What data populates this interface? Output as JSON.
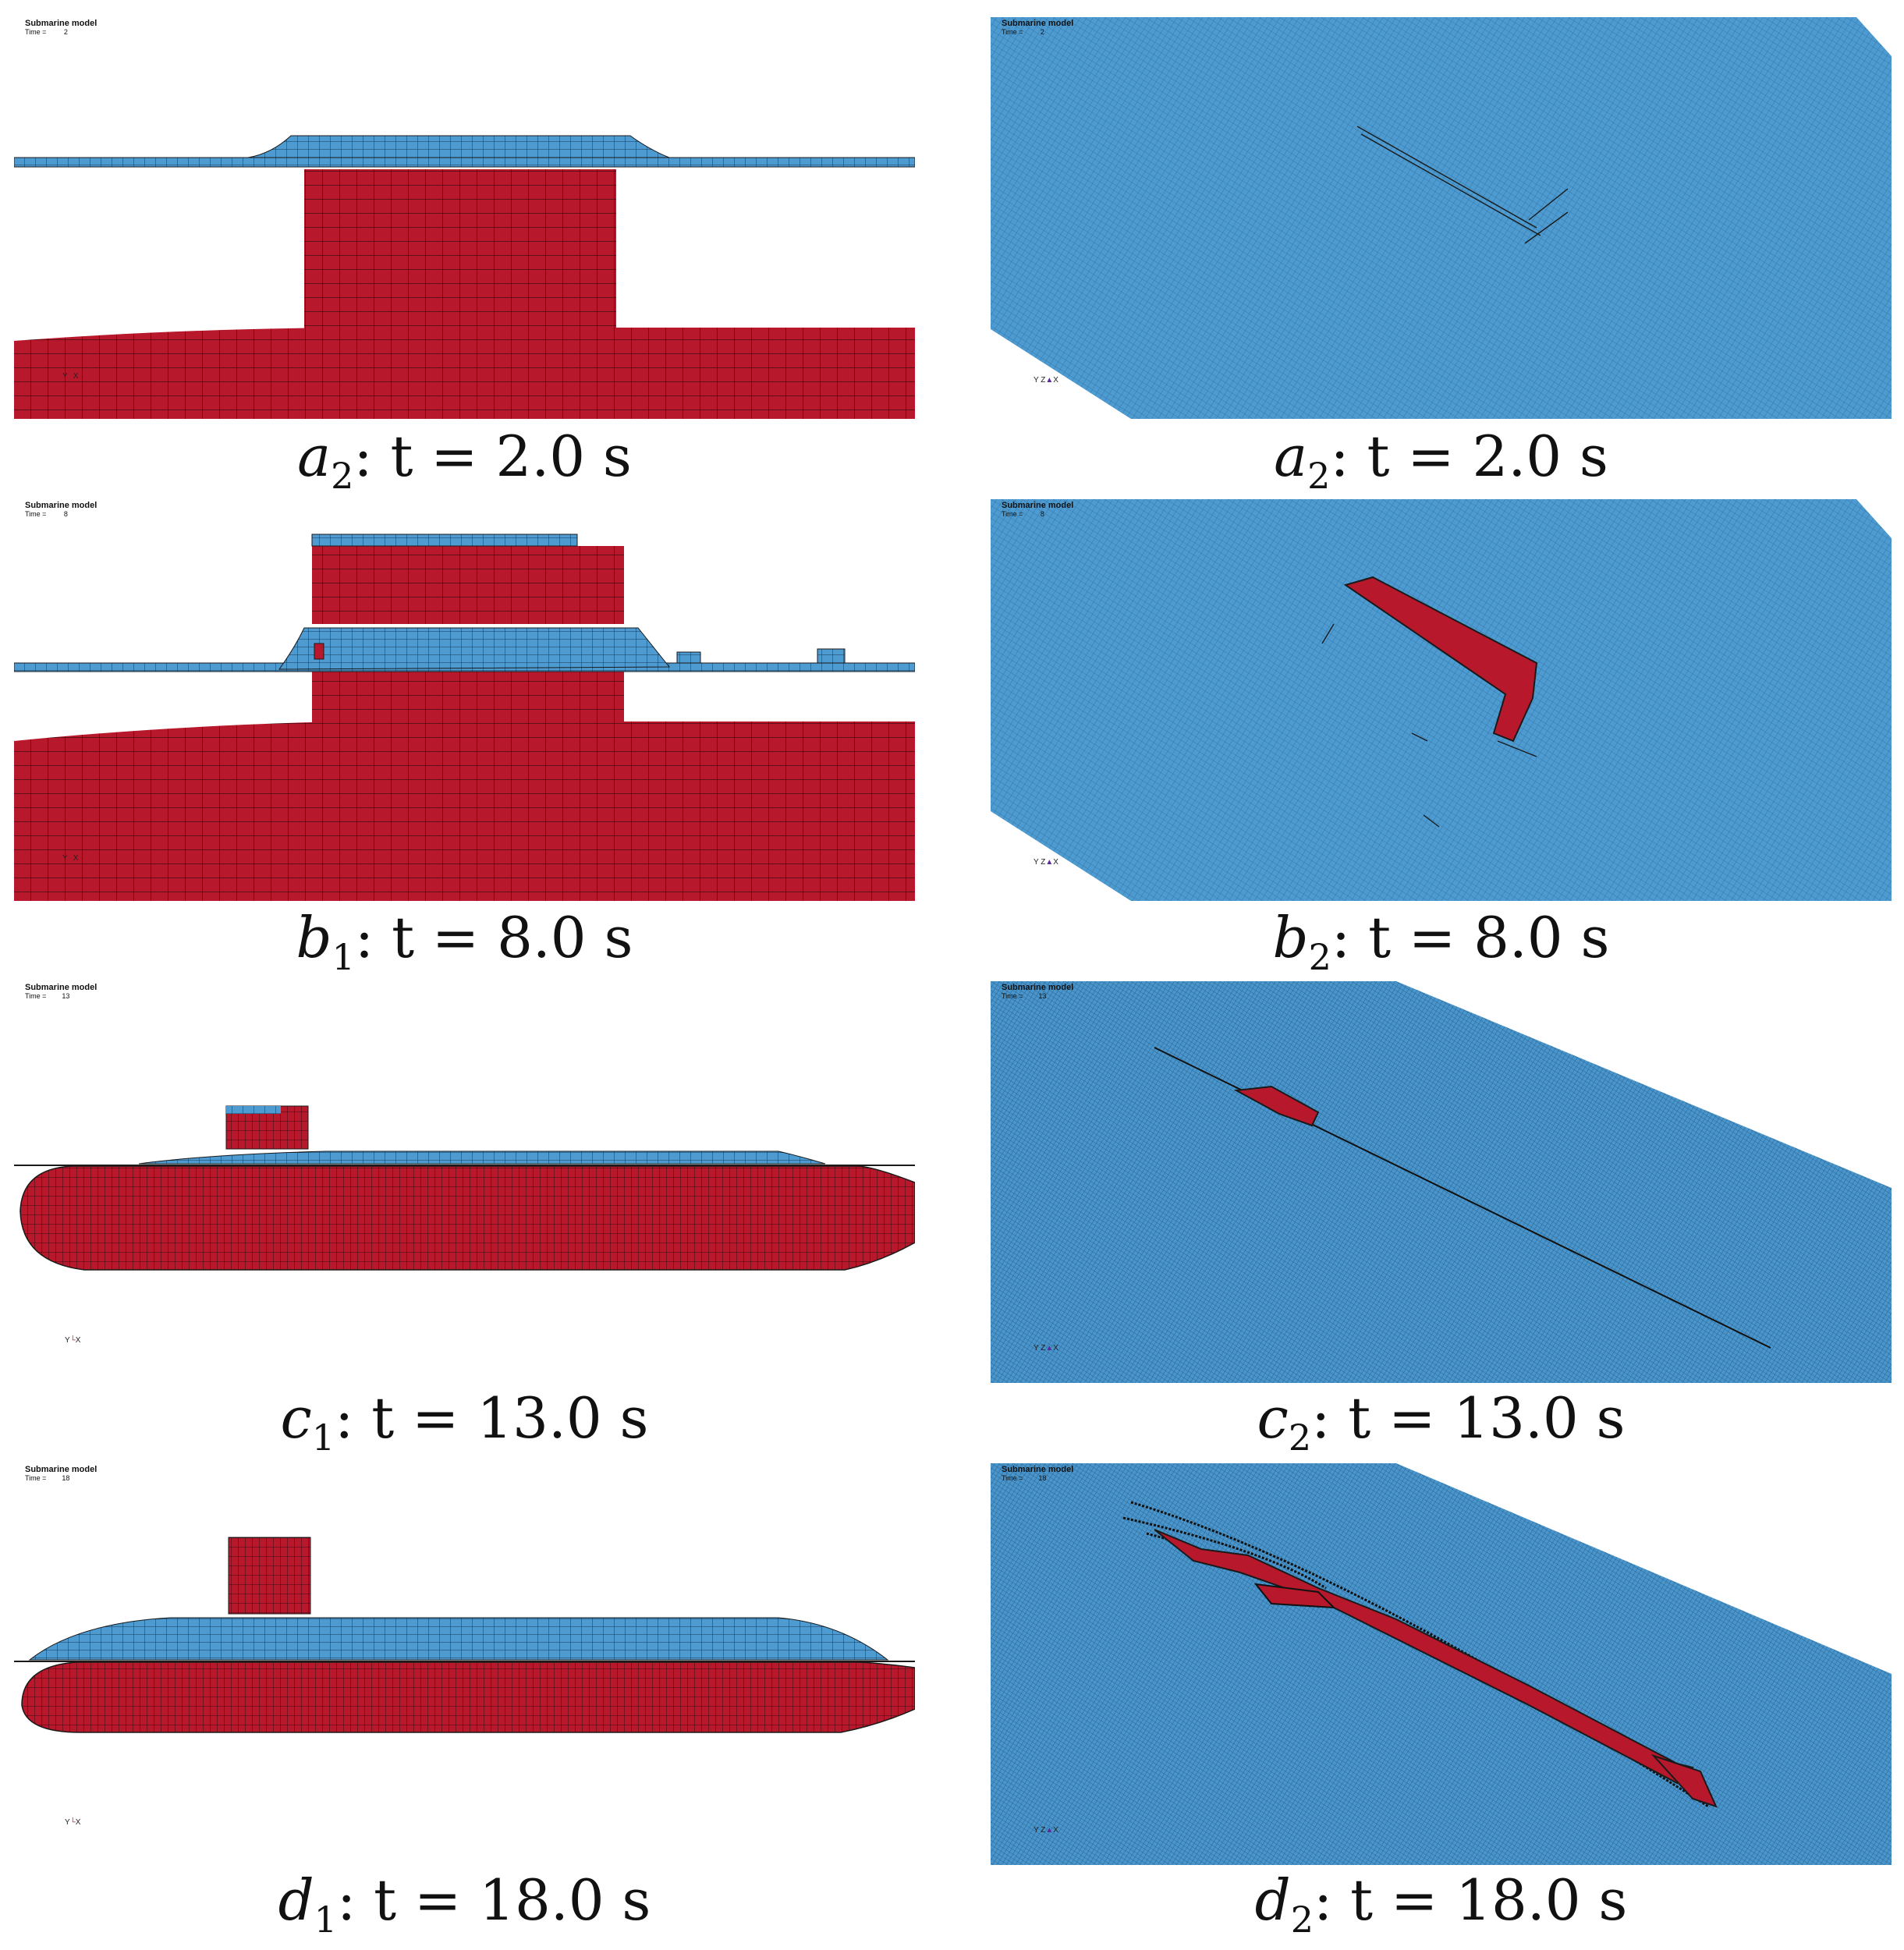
{
  "colors": {
    "hull_red": "#b8182b",
    "mesh_blue": "#4d9bd1",
    "edge": "#1a1a1a"
  },
  "panels": {
    "a1": {
      "header_title": "Submarine model",
      "header_time": "Time =         2",
      "axis_y": "Y",
      "axis_x": "X",
      "axis_z": "",
      "cap_var": "a",
      "cap_sub": "2",
      "cap_text": ": t = 2.0 s"
    },
    "a2": {
      "header_title": "Submarine model",
      "header_time": "Time =         2",
      "axis_y": "Y",
      "axis_x": "X",
      "axis_z": "Z",
      "cap_var": "a",
      "cap_sub": "2",
      "cap_text": ": t = 2.0 s"
    },
    "b1": {
      "header_title": "Submarine model",
      "header_time": "Time =         8",
      "axis_y": "Y",
      "axis_x": "X",
      "axis_z": "",
      "cap_var": "b",
      "cap_sub": "1",
      "cap_text": ": t = 8.0 s"
    },
    "b2": {
      "header_title": "Submarine model",
      "header_time": "Time =         8",
      "axis_y": "Y",
      "axis_x": "X",
      "axis_z": "Z",
      "cap_var": "b",
      "cap_sub": "2",
      "cap_text": ": t = 8.0 s"
    },
    "c1": {
      "header_title": "Submarine model",
      "header_time": "Time =        13",
      "axis_y": "Y",
      "axis_x": "X",
      "axis_z": "",
      "cap_var": "c",
      "cap_sub": "1",
      "cap_text": ": t = 13.0 s"
    },
    "c2": {
      "header_title": "Submarine model",
      "header_time": "Time =        13",
      "axis_y": "Y",
      "axis_x": "X",
      "axis_z": "Z",
      "cap_var": "c",
      "cap_sub": "2",
      "cap_text": ": t = 13.0 s"
    },
    "d1": {
      "header_title": "Submarine model",
      "header_time": "Time =        18",
      "axis_y": "Y",
      "axis_x": "X",
      "axis_z": "",
      "cap_var": "d",
      "cap_sub": "1",
      "cap_text": ": t = 18.0 s"
    },
    "d2": {
      "header_title": "Submarine model",
      "header_time": "Time =        18",
      "axis_y": "Y",
      "axis_x": "X",
      "axis_z": "Z",
      "cap_var": "d",
      "cap_sub": "2",
      "cap_text": ": t = 18.0 s"
    }
  }
}
